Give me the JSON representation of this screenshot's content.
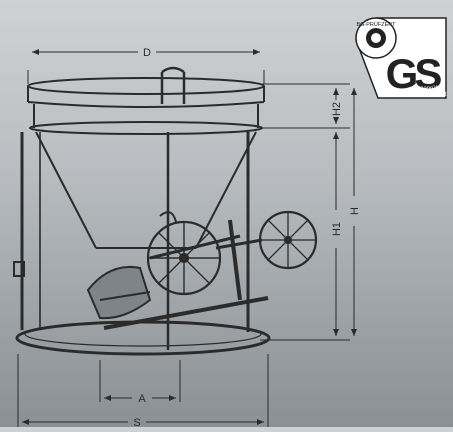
{
  "drawing": {
    "subject": "concrete-bucket-technical-drawing",
    "line_color": "#2b2b2b",
    "background_top": "#cfd2d4",
    "background_bottom": "#8a9094"
  },
  "dimensions": {
    "D": "D",
    "H2": "H2",
    "H1": "H1",
    "H": "H",
    "A": "A",
    "S": "S"
  },
  "badge": {
    "ring_text": "BG-PRÜFZERT",
    "mark": "GS",
    "line1": "geprüfte",
    "line2": "Sicherheit"
  }
}
